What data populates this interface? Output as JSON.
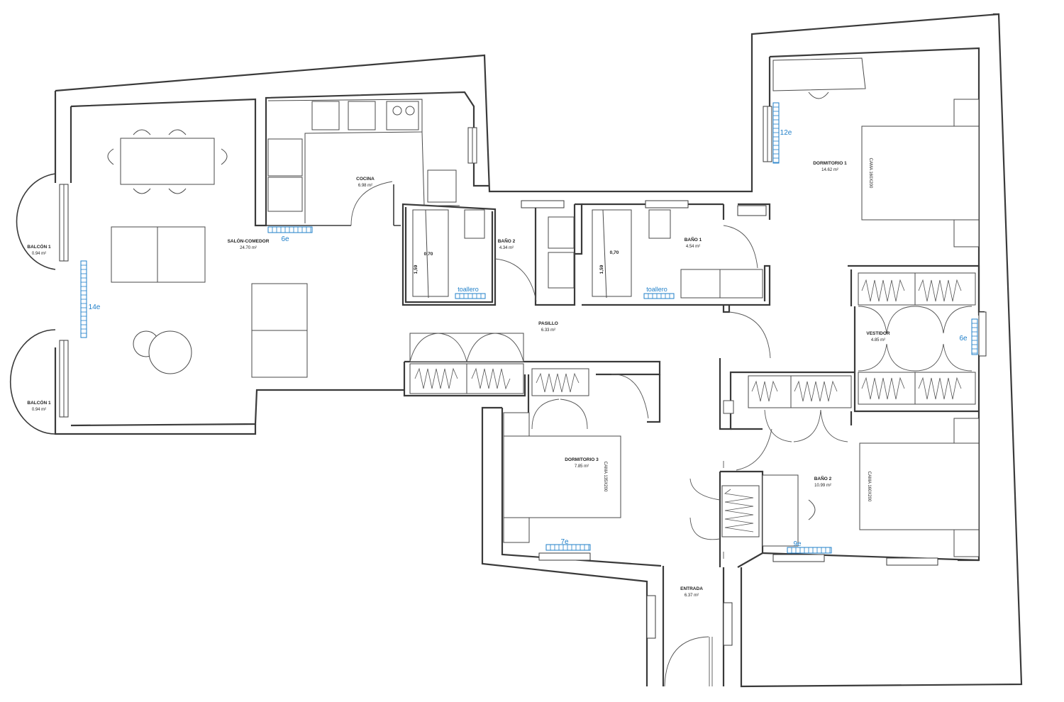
{
  "rooms": {
    "salon": {
      "name": "SALÓN-COMEDOR",
      "area": "24.70 m²"
    },
    "cocina": {
      "name": "COCINA",
      "area": "6.98 m²"
    },
    "bano2": {
      "name": "BAÑO 2",
      "area": "4.34 m²"
    },
    "bano1": {
      "name": "BAÑO 1",
      "area": "4.54 m²"
    },
    "dorm1": {
      "name": "DORMITORIO 1",
      "area": "14.62 m²"
    },
    "vestidor": {
      "name": "VESTIDOR",
      "area": "4.85 m²"
    },
    "pasillo": {
      "name": "PASILLO",
      "area": "6.33 m²"
    },
    "dorm3": {
      "name": "DORMITORIO 3",
      "area": "7.85 m²"
    },
    "bano3": {
      "name": "BAÑO 2",
      "area": "10.99 m²"
    },
    "entrada": {
      "name": "ENTRADA",
      "area": "6.37 m²"
    },
    "balcon_top": {
      "name": "BALCÓN 1",
      "area": "0.94 m²"
    },
    "balcon_bot": {
      "name": "BALCÓN 1",
      "area": "0.94 m²"
    }
  },
  "beds": {
    "dorm1": "CAMA 160X200",
    "dorm3": "CAMA 135X200",
    "bano3": "CAMA 160X200"
  },
  "radiators": {
    "salon_side": "14e",
    "salon_kitchen": "6e",
    "dorm1": "12e",
    "vestidor": "6e",
    "dorm3": "7e",
    "bano3": "9e"
  },
  "towel_rails": {
    "bano2": "toallero",
    "bano1": "toallero"
  },
  "dims": {
    "bano2_w": "0,70",
    "bano2_h": "1,59",
    "bano1_w": "0,70",
    "bano1_h": "1,59"
  },
  "colors": {
    "walls": "#3a3a3a",
    "radiator": "#1f7fc9"
  }
}
